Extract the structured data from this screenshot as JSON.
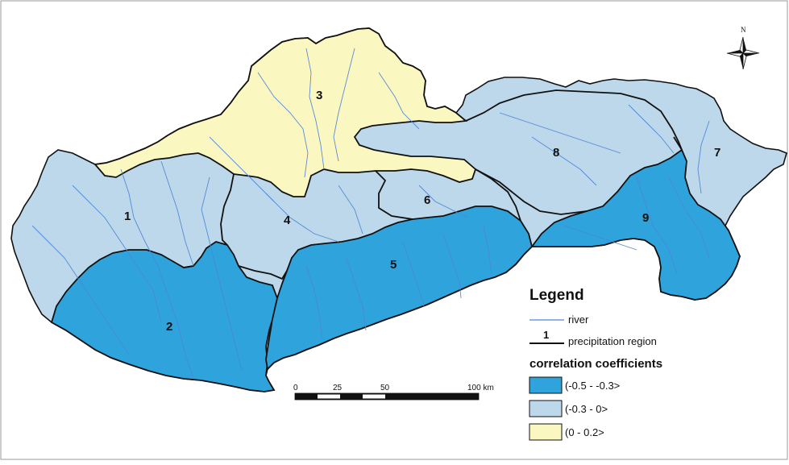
{
  "colors": {
    "negative_strong": "#2ea3dc",
    "negative_weak": "#bcd8ea",
    "positive": "#fbf7c0",
    "river": "#4f86d9",
    "boundary": "#111111",
    "frame": "#9a9a9a"
  },
  "map": {
    "regions": [
      {
        "id": "1",
        "label": "1",
        "class": "(-0.3 - 0>"
      },
      {
        "id": "2",
        "label": "2",
        "class": "(-0.5 - -0.3>"
      },
      {
        "id": "3",
        "label": "3",
        "class": "(0 - 0.2>"
      },
      {
        "id": "4",
        "label": "4",
        "class": "(-0.3 - 0>"
      },
      {
        "id": "5",
        "label": "5",
        "class": "(-0.5 - -0.3>"
      },
      {
        "id": "6",
        "label": "6",
        "class": "(-0.3 - 0>"
      },
      {
        "id": "7",
        "label": "7",
        "class": "(-0.3 - 0>"
      },
      {
        "id": "8",
        "label": "8",
        "class": "(-0.3 - 0>"
      },
      {
        "id": "9",
        "label": "9",
        "class": "(-0.5 - -0.3>"
      }
    ]
  },
  "north_arrow": {
    "label": "N",
    "icon": "compass-rose-icon"
  },
  "scale_bar": {
    "ticks": [
      "0",
      "25",
      "50",
      "100 km"
    ]
  },
  "legend": {
    "title": "Legend",
    "river_label": "river",
    "region_symbol": "1",
    "region_label": "precipitation region",
    "subtitle": "correlation coefficients",
    "classes": [
      {
        "label": "(-0.5 - -0.3>"
      },
      {
        "label": "(-0.3 - 0>"
      },
      {
        "label": "(0 - 0.2>"
      }
    ]
  }
}
